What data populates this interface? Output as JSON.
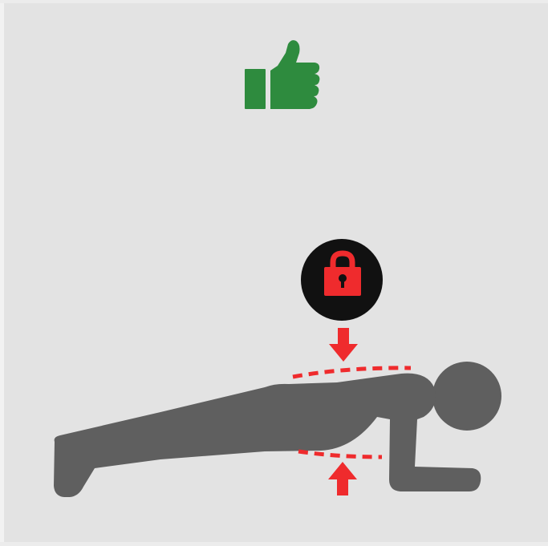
{
  "illustration": {
    "approval_icon": "thumbs-up-icon",
    "lock_icon": "padlock-icon",
    "figure": "plank-pose-figure",
    "guides": [
      "top-dashed-guide",
      "bottom-dashed-guide"
    ],
    "arrows": [
      "down-arrow",
      "up-arrow"
    ]
  },
  "colors": {
    "background": "#e3e3e3",
    "approval_green": "#2e8b3e",
    "accent_red": "#ef2b2d",
    "figure_gray": "#5f5f5f",
    "badge_black": "#111111"
  }
}
